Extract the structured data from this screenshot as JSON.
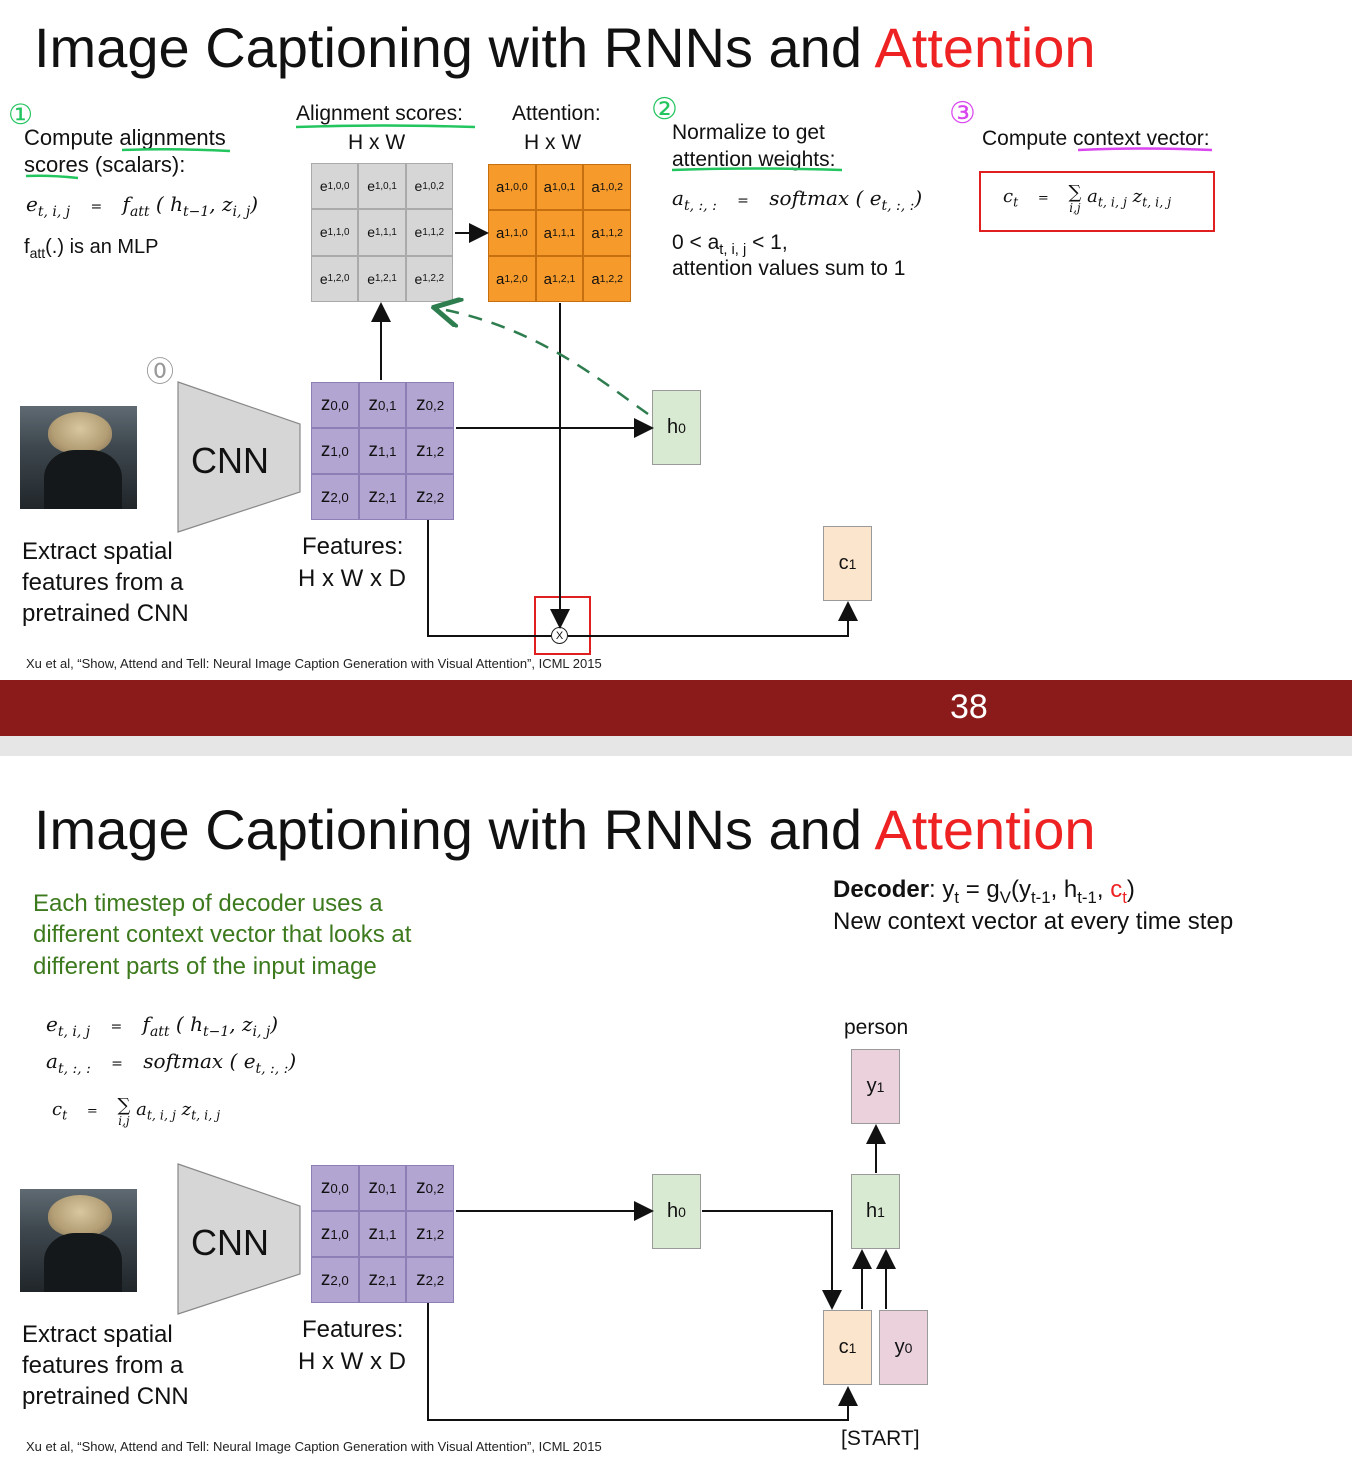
{
  "slide1": {
    "title_main": "Image Captioning with RNNs and ",
    "title_accent": "Attention",
    "step1_mark": "①",
    "step1_text1": "Compute alignments",
    "step1_text2": "scores (scalars):",
    "eq_e": "e",
    "eq_e_sub": "t, i, j",
    "eq_equals": "=",
    "eq_fatt": "f",
    "eq_fatt_sub": "att",
    "eq_fatt_args": "( h",
    "eq_fatt_args_sub": "t−1",
    "eq_fatt_args2": ", z",
    "eq_fatt_args2_sub": "i, j",
    "eq_close": ")",
    "fatt_note": "(.) is an MLP",
    "fatt_note_f": "f",
    "fatt_note_sub": "att",
    "align_label1": "Alignment scores:",
    "align_label2": "H x W",
    "attn_label1": "Attention:",
    "attn_label2": "H x W",
    "e_cells": [
      [
        "e",
        "1,0,0"
      ],
      [
        "e",
        "1,0,1"
      ],
      [
        "e",
        "1,0,2"
      ],
      [
        "e",
        "1,1,0"
      ],
      [
        "e",
        "1,1,1"
      ],
      [
        "e",
        "1,1,2"
      ],
      [
        "e",
        "1,2,0"
      ],
      [
        "e",
        "1,2,1"
      ],
      [
        "e",
        "1,2,2"
      ]
    ],
    "a_cells": [
      [
        "a",
        "1,0,0"
      ],
      [
        "a",
        "1,0,1"
      ],
      [
        "a",
        "1,0,2"
      ],
      [
        "a",
        "1,1,0"
      ],
      [
        "a",
        "1,1,1"
      ],
      [
        "a",
        "1,1,2"
      ],
      [
        "a",
        "1,2,0"
      ],
      [
        "a",
        "1,2,1"
      ],
      [
        "a",
        "1,2,2"
      ]
    ],
    "step2_mark": "②",
    "step2_text1": "Normalize to get",
    "step2_text2": "attention weights:",
    "softmax_a": "a",
    "softmax_a_sub": "t, :, :",
    "softmax_eq": "=",
    "softmax_fn": "softmax ( e",
    "softmax_fn_sub": "t, :, :",
    "softmax_close": ")",
    "range_text": "0 < a",
    "range_sub": "t, i, j",
    "range_text2": " < 1,",
    "sum_text": "attention values sum to 1",
    "step3_mark": "③",
    "step3_text": "Compute context vector:",
    "ctx_c": "c",
    "ctx_c_sub": "t",
    "ctx_eq": "=",
    "ctx_sum": "∑",
    "ctx_sum_sub": "i,j",
    "ctx_a": "a",
    "ctx_a_sub": "t, i, j",
    "ctx_z": "z",
    "ctx_z_sub": "t, i, j",
    "zero_mark": "⓪",
    "cnn_label": "CNN",
    "z_cells": [
      [
        "z",
        "0,0"
      ],
      [
        "z",
        "0,1"
      ],
      [
        "z",
        "0,2"
      ],
      [
        "z",
        "1,0"
      ],
      [
        "z",
        "1,1"
      ],
      [
        "z",
        "1,2"
      ],
      [
        "z",
        "2,0"
      ],
      [
        "z",
        "2,1"
      ],
      [
        "z",
        "2,2"
      ]
    ],
    "h0": "h",
    "h0_sub": "0",
    "c1": "c",
    "c1_sub": "1",
    "multiply": "X",
    "extract1": "Extract spatial",
    "extract2": "features from a",
    "extract3": "pretrained CNN",
    "features1": "Features:",
    "features2": "H x W x D",
    "citation": "Xu et al, “Show, Attend and Tell: Neural Image Caption Generation with Visual Attention”, ICML 2015",
    "page_number": "38"
  },
  "slide2": {
    "title_main": "Image Captioning with RNNs and ",
    "title_accent": "Attention",
    "green1": "Each timestep of decoder uses a",
    "green2": "different context vector that looks at",
    "green3": "different parts of the input image",
    "decoder_bold": "Decoder",
    "decoder_rest": ": y",
    "decoder_yt_sub": "t",
    "decoder_eq": " = g",
    "decoder_gv_sub": "V",
    "decoder_args": "(y",
    "decoder_args_sub1": "t-1",
    "decoder_args2": ", h",
    "decoder_args_sub2": "t-1",
    "decoder_args3": ", ",
    "decoder_ct": "c",
    "decoder_ct_sub": "t",
    "decoder_close": ")",
    "decoder_line2": "New context vector at every time step",
    "eq1_e": "e",
    "eq1_e_sub": "t, i, j",
    "eq1_eq": "=",
    "eq1_f": "f",
    "eq1_f_sub": "att",
    "eq1_args": "( h",
    "eq1_args_sub": "t−1",
    "eq1_args2": ", z",
    "eq1_args2_sub": "i, j",
    "eq1_close": ")",
    "eq2_a": "a",
    "eq2_a_sub": "t, :, :",
    "eq2_eq": "=",
    "eq2_fn": "softmax ( e",
    "eq2_fn_sub": "t, :, :",
    "eq2_close": ")",
    "eq3_c": "c",
    "eq3_c_sub": "t",
    "eq3_eq": "=",
    "eq3_sum": "∑",
    "eq3_sum_sub": "i,j",
    "eq3_a": "a",
    "eq3_a_sub": "t, i, j",
    "eq3_z": "z",
    "eq3_z_sub": "t, i, j",
    "cnn_label": "CNN",
    "z_cells": [
      [
        "z",
        "0,0"
      ],
      [
        "z",
        "0,1"
      ],
      [
        "z",
        "0,2"
      ],
      [
        "z",
        "1,0"
      ],
      [
        "z",
        "1,1"
      ],
      [
        "z",
        "1,2"
      ],
      [
        "z",
        "2,0"
      ],
      [
        "z",
        "2,1"
      ],
      [
        "z",
        "2,2"
      ]
    ],
    "h0": "h",
    "h0_sub": "0",
    "h1": "h",
    "h1_sub": "1",
    "c1": "c",
    "c1_sub": "1",
    "y0": "y",
    "y0_sub": "0",
    "y1": "y",
    "y1_sub": "1",
    "person": "person",
    "start": "[START]",
    "extract1": "Extract spatial",
    "extract2": "features from a",
    "extract3": "pretrained CNN",
    "features1": "Features:",
    "features2": "H x W x D",
    "citation": "Xu et al, “Show, Attend and Tell: Neural Image Caption Generation with Visual Attention”, ICML 2015"
  },
  "colors": {
    "accent_red": "#ee2222",
    "green_text": "#3d7a1e",
    "bar": "#8b1a1a",
    "marker_green": "#22c55e",
    "marker_pink": "#d946ef"
  }
}
